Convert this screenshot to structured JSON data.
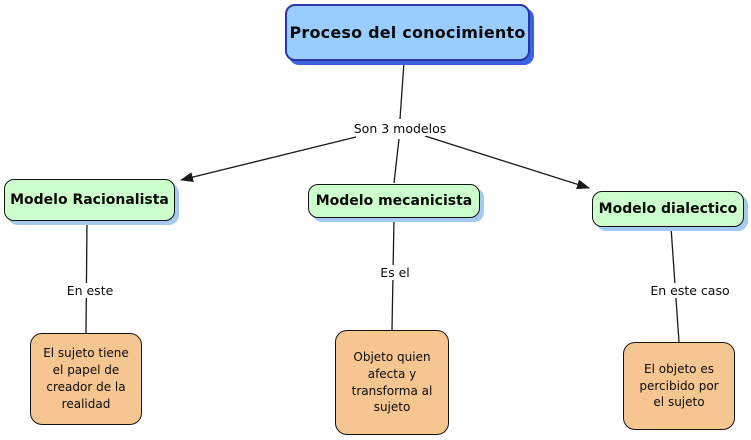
{
  "diagram": {
    "root": {
      "label": "Proceso del conocimiento"
    },
    "split_label": "Son 3 modelos",
    "branches": [
      {
        "model": "Modelo Racionalista",
        "link": "En este",
        "detail": "El sujeto tiene\nel papel de\ncreador de la\nrealidad"
      },
      {
        "model": "Modelo mecanicista",
        "link": "Es el",
        "detail": "Objeto quien\nafecta y\ntransforma al\nsujeto"
      },
      {
        "model": "Modelo dialectico",
        "link": "En este caso",
        "detail": "El objeto es\npercibido por\nel sujeto"
      }
    ]
  },
  "colors": {
    "root-fill": "#99CCFF",
    "root-border": "#2B35A4",
    "root-shadow": "#3D64E0",
    "model-fill": "#CCFFCC",
    "model-border": "#141414",
    "model-shadow": "#A6C9F2",
    "detail-fill": "#F6C690",
    "detail-border": "#141414",
    "line": "#1A1A1A",
    "bg": "#FFFFFF"
  }
}
